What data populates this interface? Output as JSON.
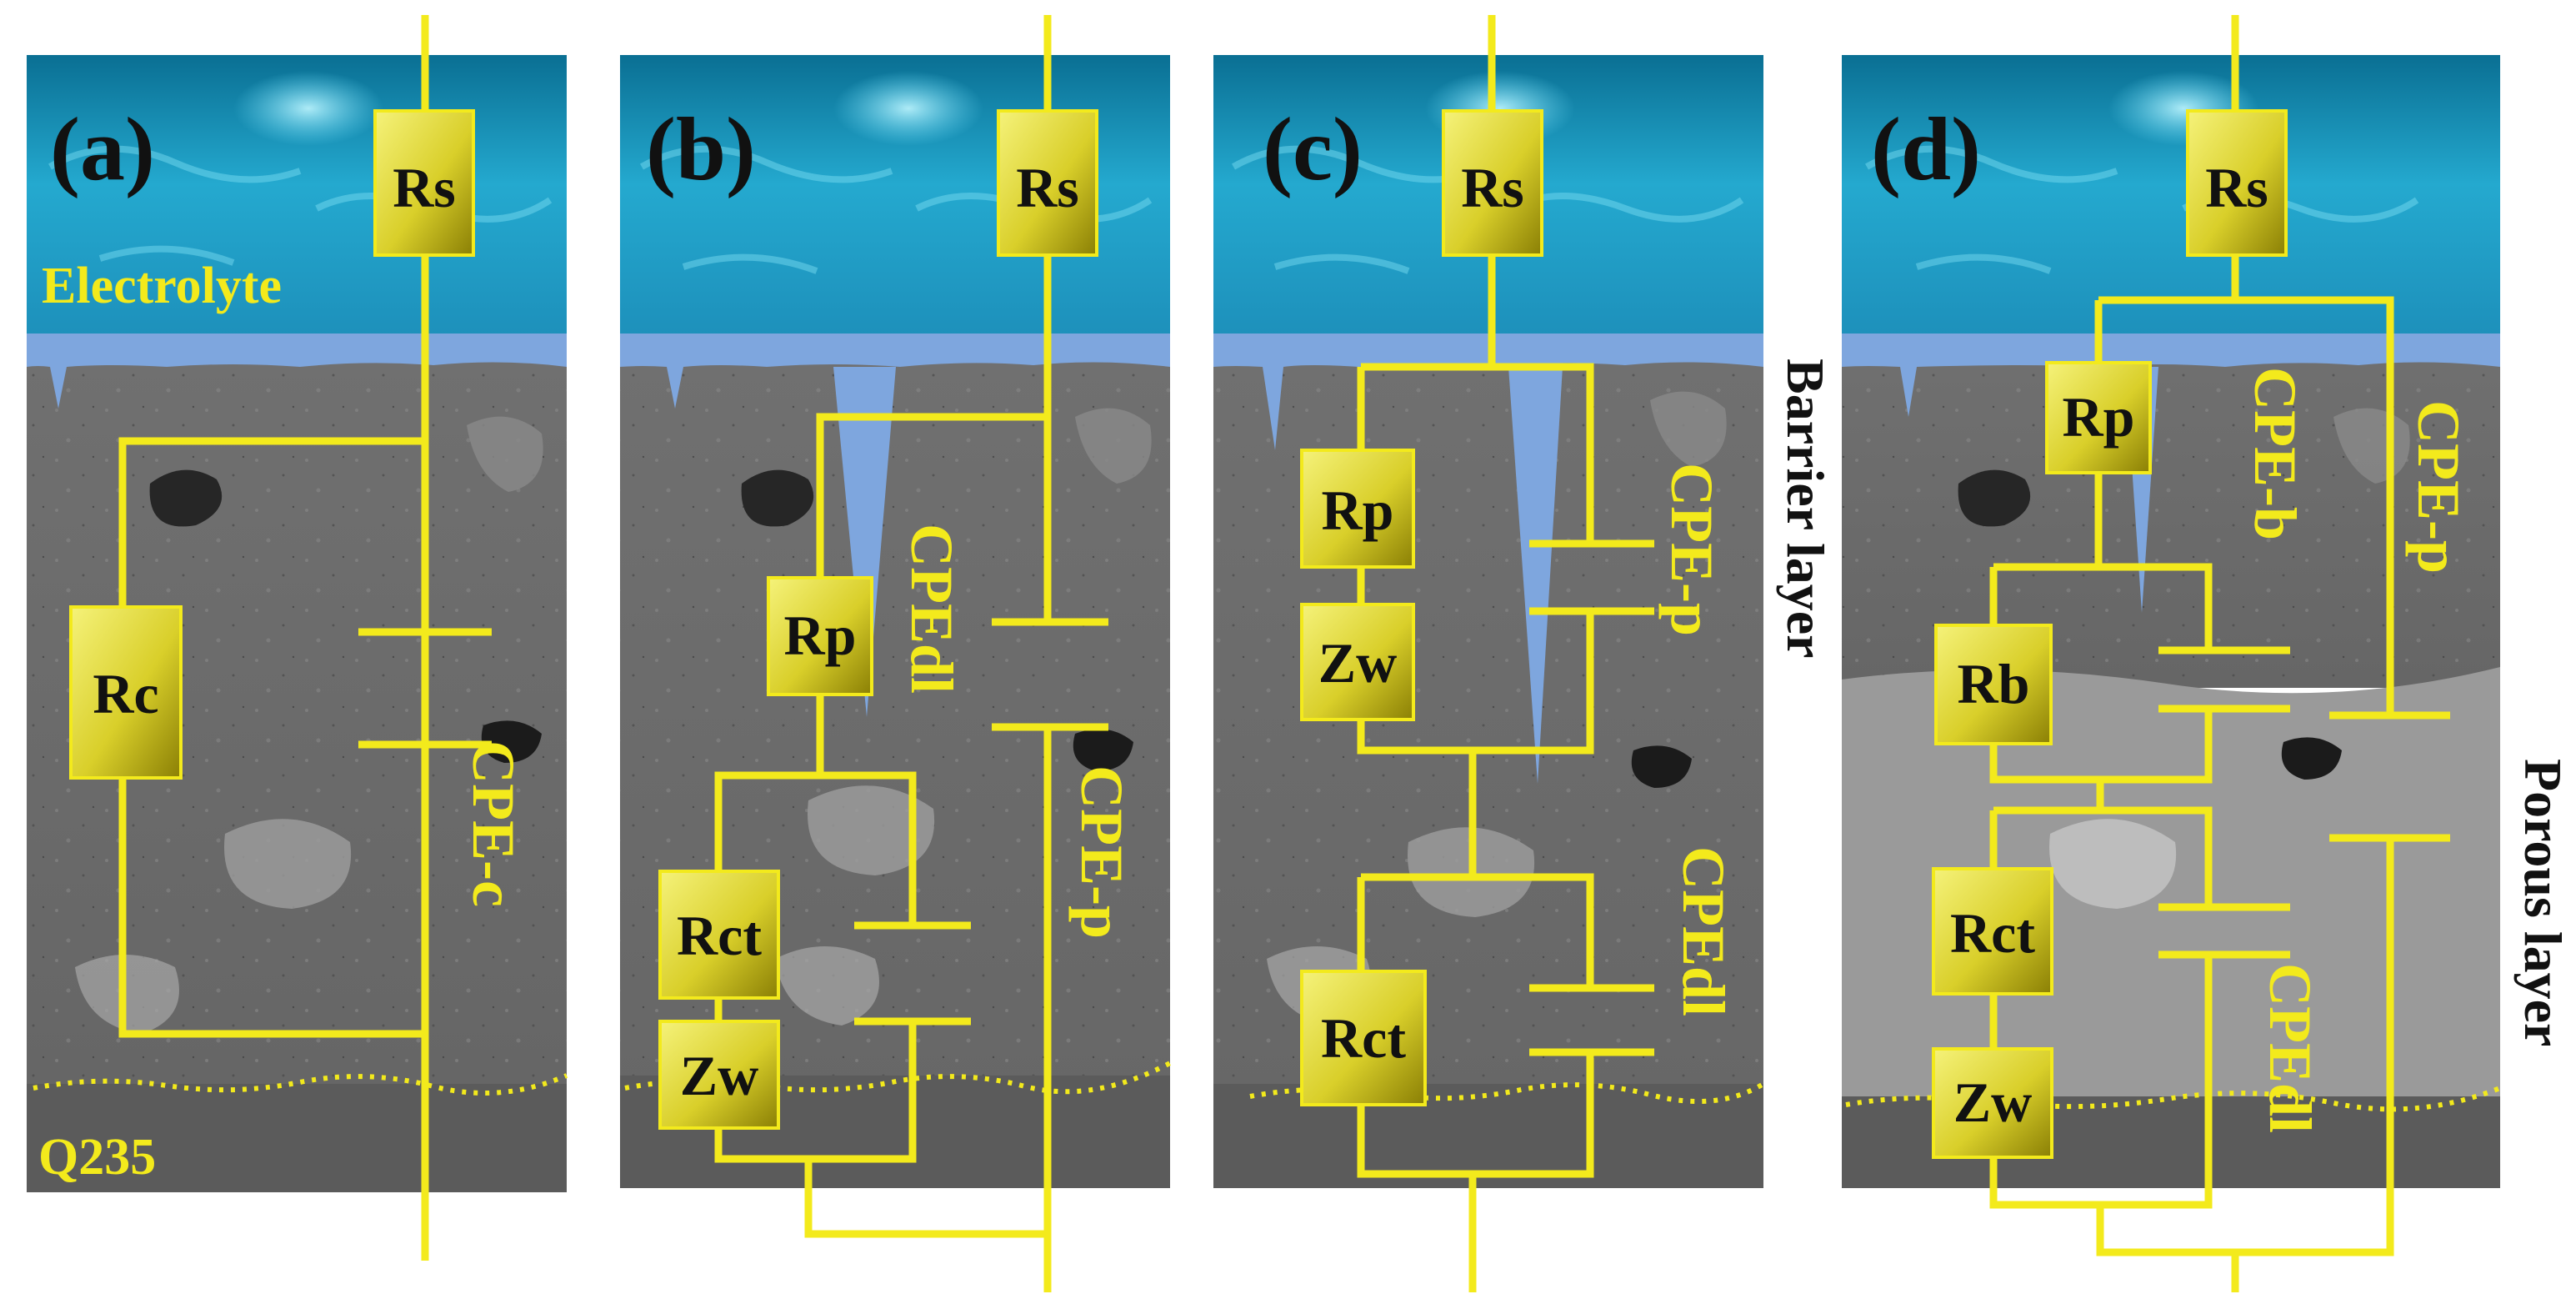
{
  "colors": {
    "wire": "#f3ea1c",
    "component_light": "#f2ee6a",
    "component_dark": "#8a7f05",
    "water_top": "#0a6f93",
    "water_mid": "#2cb9dc",
    "pore": "#7ea6de",
    "coating": "#6d6d6d",
    "steel": "#5b5b5b",
    "porous_layer": "#9a9a9a",
    "label_black": "#111111",
    "label_yellow": "#f3ea1c"
  },
  "panels": [
    {
      "label": "(a)",
      "components": [
        "Rs",
        "Rc"
      ],
      "capacitors": [
        "CPE-c"
      ],
      "region_labels": {
        "electrolyte": "Electrolyte",
        "substrate": "Q235"
      }
    },
    {
      "label": "(b)",
      "components": [
        "Rs",
        "Rp",
        "Rct",
        "Zw"
      ],
      "capacitors": [
        "CPEdl",
        "CPE-p"
      ]
    },
    {
      "label": "(c)",
      "components": [
        "Rs",
        "Rp",
        "Zw",
        "Rct"
      ],
      "capacitors": [
        "CPE-p",
        "CPEdl"
      ],
      "side_label": "Barrier layer"
    },
    {
      "label": "(d)",
      "components": [
        "Rs",
        "Rp",
        "Rb",
        "Rct",
        "Zw"
      ],
      "capacitors": [
        "CPE-b",
        "CPE-p",
        "CPEdl"
      ],
      "side_label": "Porous layer"
    }
  ]
}
